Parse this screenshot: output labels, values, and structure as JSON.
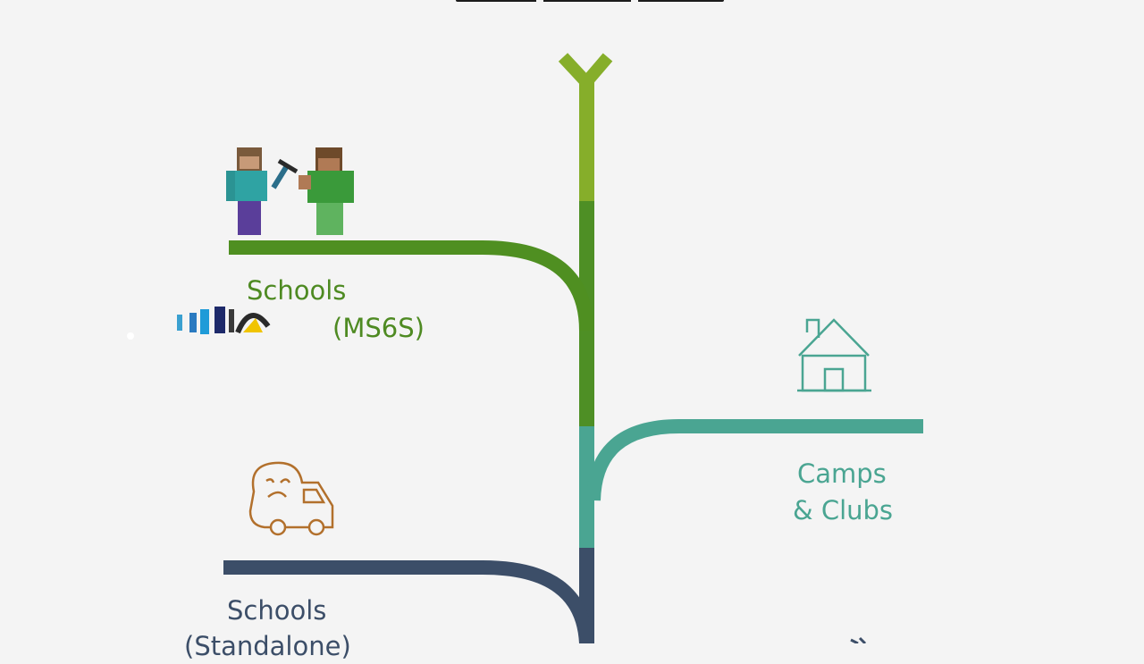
{
  "branches": [
    {
      "id": "schools-ms6s",
      "line1": "Schools",
      "line2": "(MS6S)",
      "color": "#4f8f21",
      "icon": "minecraft-characters-icon"
    },
    {
      "id": "camps-clubs",
      "line1": "Camps",
      "line2": "& Clubs",
      "color": "#4aa592",
      "icon": "house-icon"
    },
    {
      "id": "schools-standalone",
      "line1": "Schools",
      "line2": "(Standalone)",
      "color": "#3c4e68",
      "icon": "delivery-van-icon"
    }
  ],
  "colors": {
    "trunk_top": "#86ae2a",
    "trunk_mid": "#4e8f25",
    "trunk_low": "#4aa592",
    "trunk_bottom": "#3c4e68",
    "background": "#f4f4f4"
  }
}
